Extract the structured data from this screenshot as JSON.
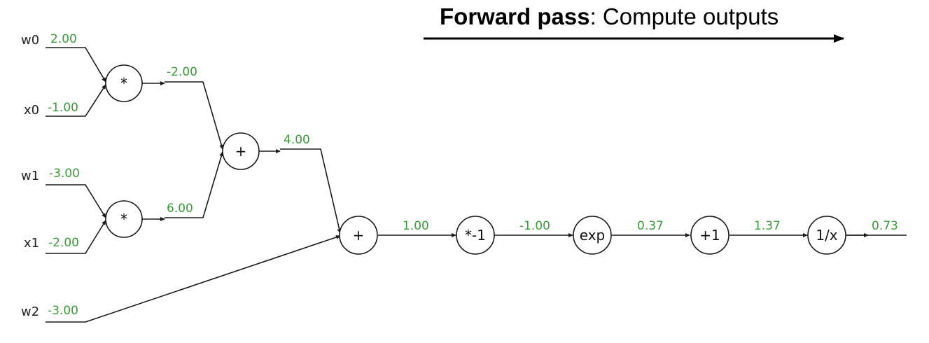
{
  "header": {
    "bold": "Forward pass",
    "rest": ": Compute outputs"
  },
  "colors": {
    "value": "#3c9a3c",
    "line": "#1a1a1a"
  },
  "inputs": [
    {
      "name": "w0",
      "value": "2.00"
    },
    {
      "name": "x0",
      "value": "-1.00"
    },
    {
      "name": "w1",
      "value": "-3.00"
    },
    {
      "name": "x1",
      "value": "-2.00"
    },
    {
      "name": "w2",
      "value": "-3.00"
    }
  ],
  "nodes": [
    {
      "label": "*"
    },
    {
      "label": "*"
    },
    {
      "label": "+"
    },
    {
      "label": "+"
    },
    {
      "label": "*-1"
    },
    {
      "label": "exp"
    },
    {
      "label": "+1"
    },
    {
      "label": "1/x"
    }
  ],
  "edge_values": [
    "-2.00",
    "6.00",
    "4.00",
    "1.00",
    "-1.00",
    "0.37",
    "1.37",
    "0.73"
  ]
}
